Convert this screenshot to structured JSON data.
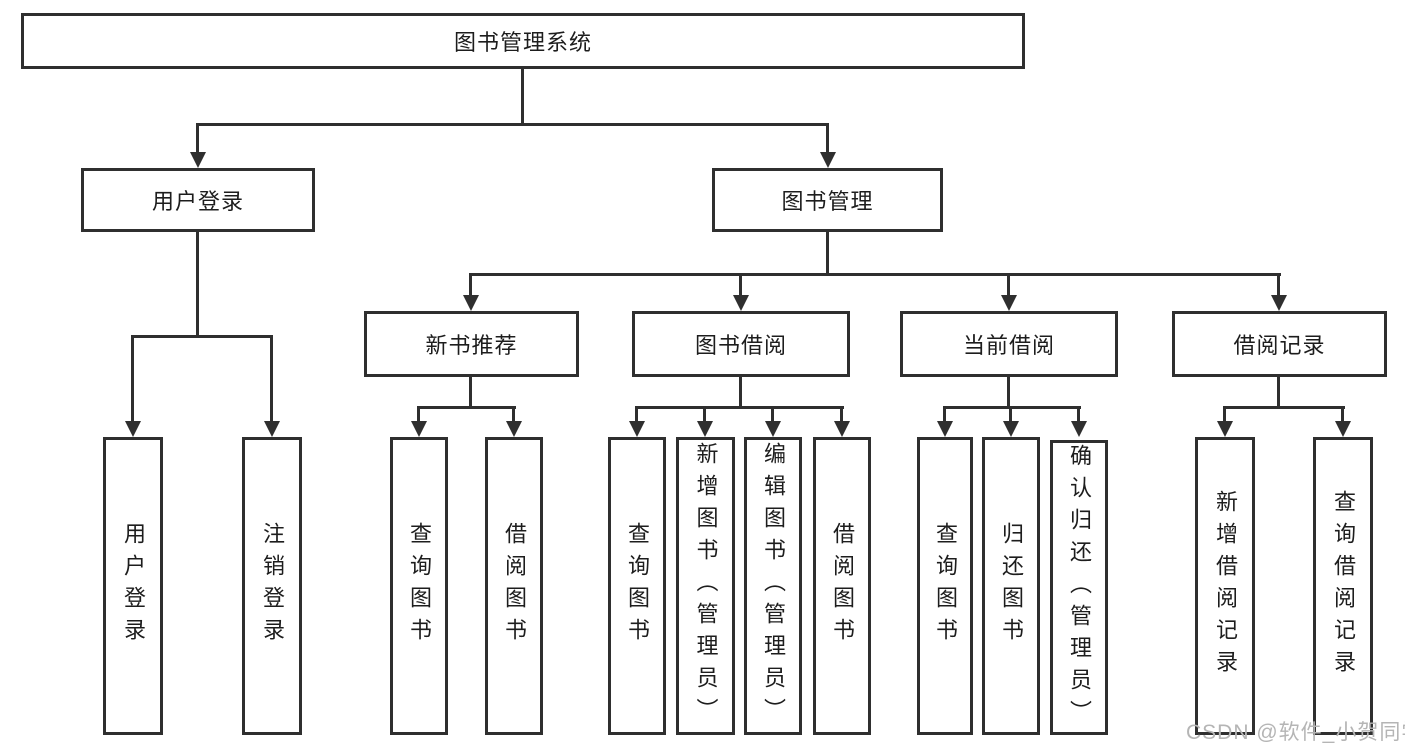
{
  "diagram": {
    "root": {
      "label": "图书管理系统"
    },
    "level2": {
      "user_login": {
        "label": "用户登录"
      },
      "book_management": {
        "label": "图书管理"
      }
    },
    "level3": {
      "new_book_recommend": {
        "label": "新书推荐"
      },
      "book_borrow": {
        "label": "图书借阅"
      },
      "current_borrow": {
        "label": "当前借阅"
      },
      "borrow_record": {
        "label": "借阅记录"
      }
    },
    "leaves": {
      "login": [
        "用户登录",
        "注销登录"
      ],
      "recommend": [
        "查询图书",
        "借阅图书"
      ],
      "borrow": [
        "查询图书",
        "新增图书（管理员）",
        "编辑图书（管理员）",
        "借阅图书"
      ],
      "current": [
        "查询图书",
        "归还图书",
        "确认归还（管理员）"
      ],
      "records": [
        "新增借阅记录",
        "查询借阅记录"
      ]
    },
    "watermark": "CSDN @软件_小贺同学",
    "colors": {
      "line": "#2f2f2f",
      "text": "#1d1d1d",
      "watermark": "#b5b5b5"
    }
  }
}
